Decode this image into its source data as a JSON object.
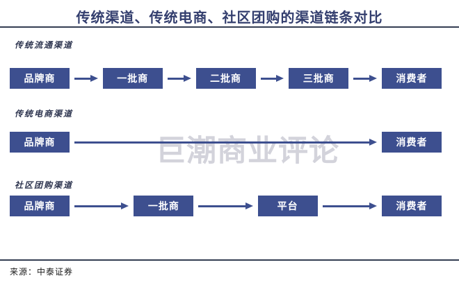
{
  "title": "传统渠道、传统电商、社区团购的渠道链条对比",
  "watermark": "巨潮商业评论",
  "source": "来源：中泰证券",
  "rows": [
    {
      "label": "传统流通渠道",
      "nodes": [
        "品牌商",
        "一批商",
        "二批商",
        "三批商",
        "消费者"
      ]
    },
    {
      "label": "传统电商渠道",
      "nodes": [
        "品牌商",
        "消费者"
      ]
    },
    {
      "label": "社区团购渠道",
      "nodes": [
        "品牌商",
        "一批商",
        "平台",
        "消费者"
      ]
    }
  ],
  "colors": {
    "box": "#3d4f8f",
    "title": "#333e6e",
    "row_label": "#2d344f",
    "rule": "#333d52",
    "watermark": "#d3d3db",
    "source_text": "#1a1a1a",
    "node_text": "#ffffff",
    "background": "#ffffff"
  }
}
